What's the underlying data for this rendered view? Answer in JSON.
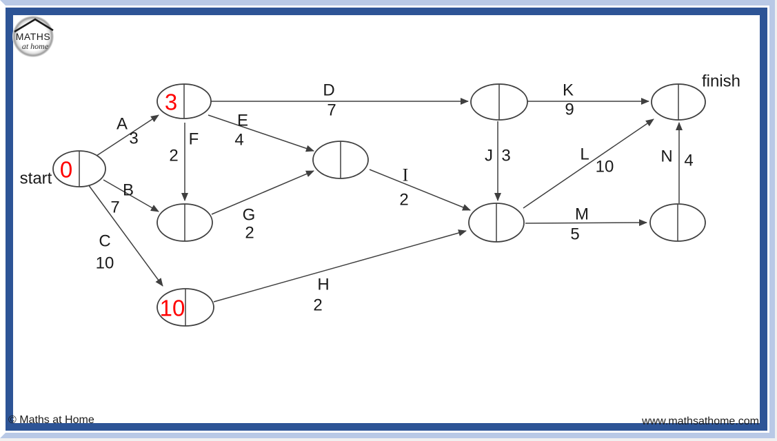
{
  "page": {
    "logo": {
      "line1": "MATHS",
      "line2": "at home"
    },
    "footer_left": "© Maths at Home",
    "footer_right": "www.mathsathome.com"
  },
  "colors": {
    "frame_outer": "#b9c9e6",
    "frame_inner": "#2d5496",
    "line": "#3f3f3f",
    "node_value_red": "#ff0000"
  },
  "diagram": {
    "type": "activity-network",
    "start_label": "start",
    "finish_label": "finish",
    "nodes": [
      {
        "id": "start",
        "value": "0"
      },
      {
        "id": "event-3",
        "value": "3"
      },
      {
        "id": "event-b",
        "value": ""
      },
      {
        "id": "event-mid",
        "value": ""
      },
      {
        "id": "event-10",
        "value": "10"
      },
      {
        "id": "event-d",
        "value": ""
      },
      {
        "id": "event-j",
        "value": ""
      },
      {
        "id": "finish",
        "value": ""
      },
      {
        "id": "event-m",
        "value": ""
      }
    ],
    "edges": [
      {
        "name": "A",
        "duration": "3"
      },
      {
        "name": "B",
        "duration": "7"
      },
      {
        "name": "C",
        "duration": "10"
      },
      {
        "name": "D",
        "duration": "7"
      },
      {
        "name": "E",
        "duration": "4"
      },
      {
        "name": "F",
        "duration": "2"
      },
      {
        "name": "G",
        "duration": "2"
      },
      {
        "name": "H",
        "duration": "2"
      },
      {
        "name": "I",
        "duration": "2"
      },
      {
        "name": "J",
        "duration": "3"
      },
      {
        "name": "K",
        "duration": "9"
      },
      {
        "name": "L",
        "duration": "10"
      },
      {
        "name": "M",
        "duration": "5"
      },
      {
        "name": "N",
        "duration": "4"
      }
    ]
  }
}
